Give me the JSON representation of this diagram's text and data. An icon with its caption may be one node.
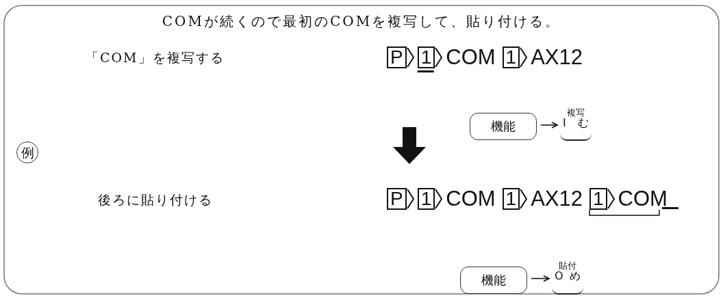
{
  "diagram": {
    "title": "COMが続くので最初のCOMを複写して、貼り付ける。",
    "nodes": [
      {
        "text": [
          "機能"
        ]
      },
      {
        "text": [
          "複写",
          "I",
          "む"
        ]
      },
      {
        "text": [
          "機能"
        ]
      },
      {
        "text": [
          "貼付",
          "O",
          "め"
        ]
      }
    ],
    "edges": [
      {
        "from": 0,
        "to": 1,
        "arrow": "to"
      },
      {
        "from": 2,
        "to": 3,
        "arrow": "to"
      }
    ],
    "labels": [
      "「COM」を複写する",
      "P",
      "1",
      "COM",
      "1",
      "AX12",
      "例",
      "後ろに貼り付ける",
      "P",
      "1",
      "COM",
      "1",
      "AX12",
      "1",
      "COM"
    ]
  }
}
